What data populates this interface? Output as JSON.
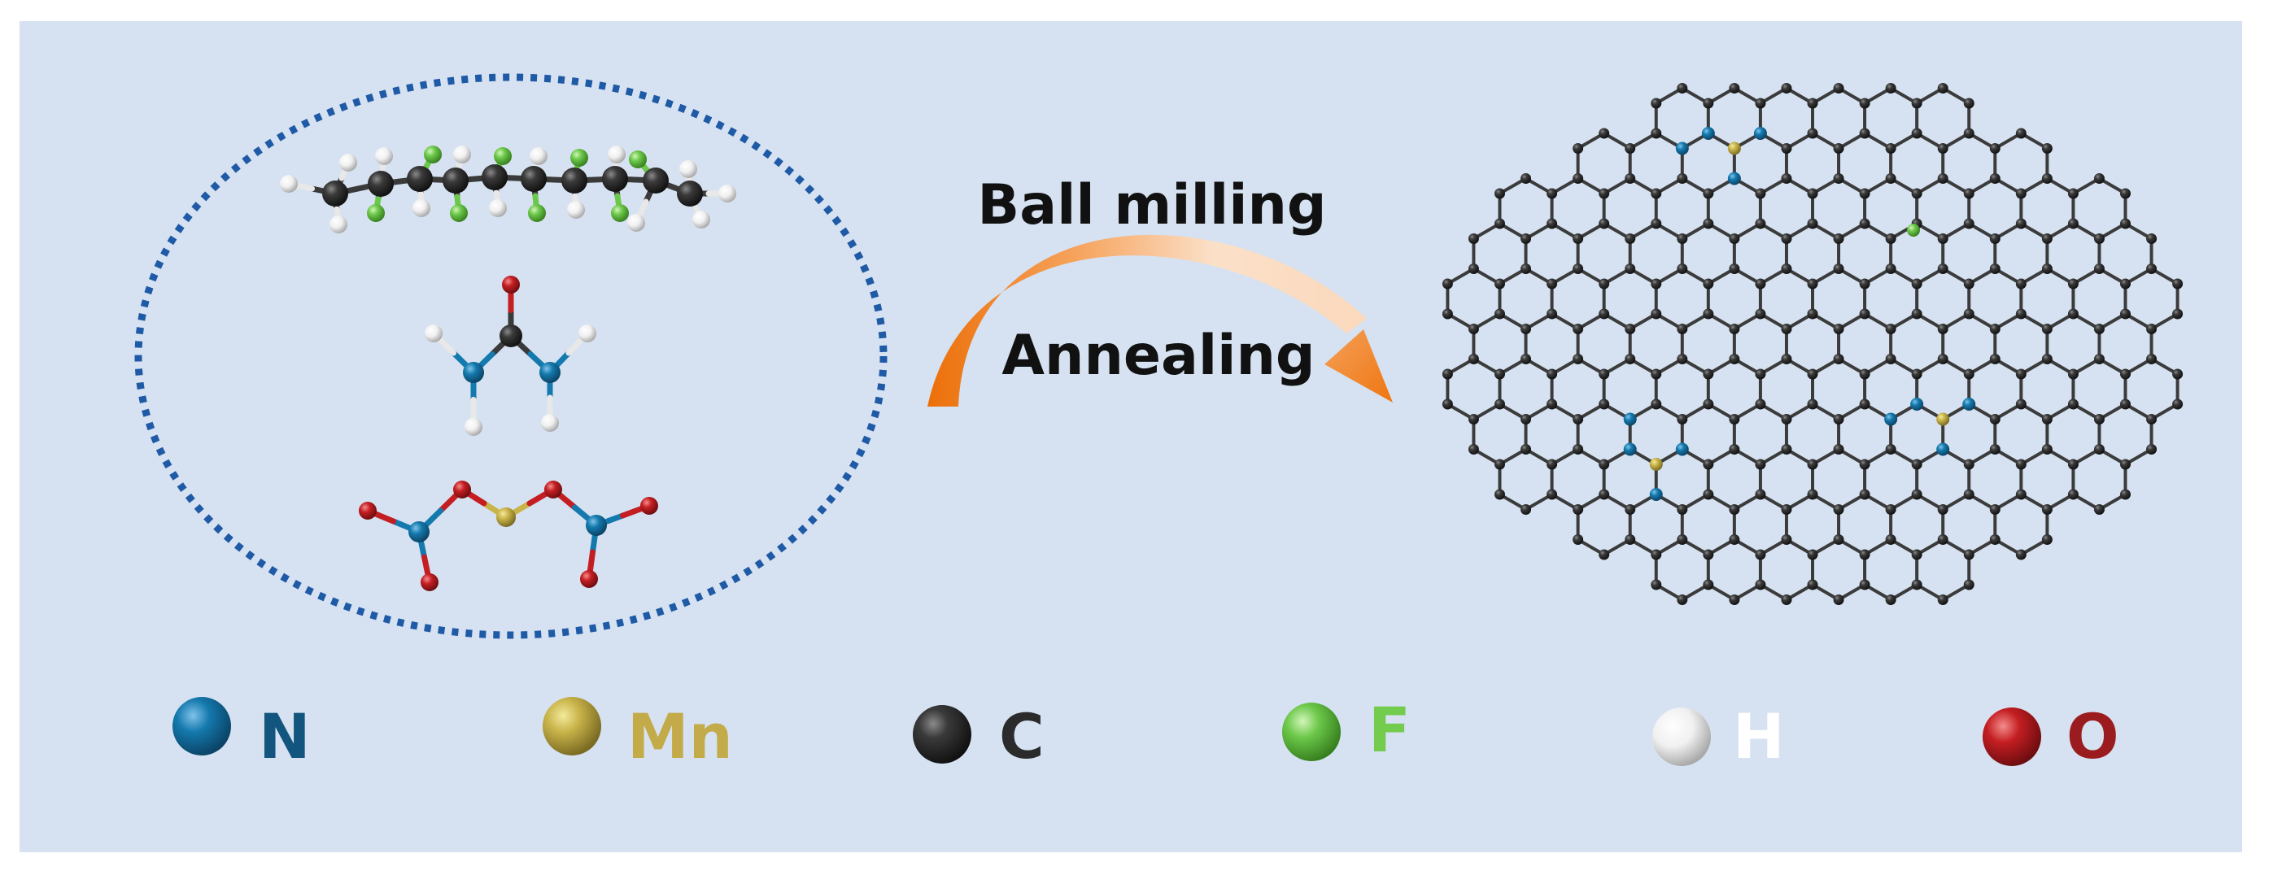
{
  "process": {
    "step1": "Ball milling",
    "step2": "Annealing"
  },
  "legend": [
    {
      "symbol": "N",
      "ball_color": "#1479ad",
      "text_color": "#12557e"
    },
    {
      "symbol": "Mn",
      "ball_color": "#c9b44a",
      "text_color": "#c2ab48"
    },
    {
      "symbol": "C",
      "ball_color": "#2a2a2a",
      "text_color": "#2b2b2b"
    },
    {
      "symbol": "F",
      "ball_color": "#6cc84a",
      "text_color": "#74cc4f"
    },
    {
      "symbol": "H",
      "ball_color": "#f0f0f0",
      "text_color": "#ffffff"
    },
    {
      "symbol": "O",
      "ball_color": "#c41e22",
      "text_color": "#9b1c1f"
    }
  ],
  "colors": {
    "background": "#d6e2f1",
    "ellipse_border": "#1f5aa6",
    "arrow_start": "#f07a10",
    "arrow_end": "#fbe2cc"
  }
}
